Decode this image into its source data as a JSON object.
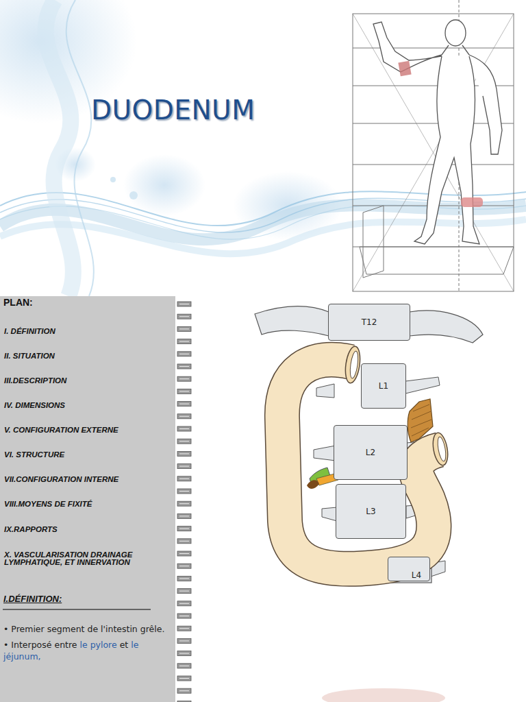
{
  "diagram": {
    "title": "DUODENUM",
    "nodes": [
      {
        "text": [
          "T12"
        ]
      },
      {
        "text": [
          "L1"
        ]
      },
      {
        "text": [
          "L2"
        ]
      },
      {
        "text": [
          "L3"
        ]
      },
      {
        "text": [
          "L4"
        ]
      }
    ],
    "labels": [
      "PLAN:",
      "I.   DÉFINITION",
      "II. SITUATION",
      "III.DESCRIPTION",
      "IV. DIMENSIONS",
      "V.   CONFIGURATION EXTERNE",
      "VI. STRUCTURE",
      "VII.CONFIGURATION INTERNE",
      "VIII.MOYENS DE FIXITÉ",
      "IX.RAPPORTS",
      "X.  VASCULARISATION DRAINAGE LYMPHATIQUE, ET INNERVATION",
      "I.DÉFINITION:",
      "• Premier segment de l'intestin grêle.",
      "• Interposé entre",
      "le pylore",
      "et",
      "le jéjunum,"
    ]
  }
}
